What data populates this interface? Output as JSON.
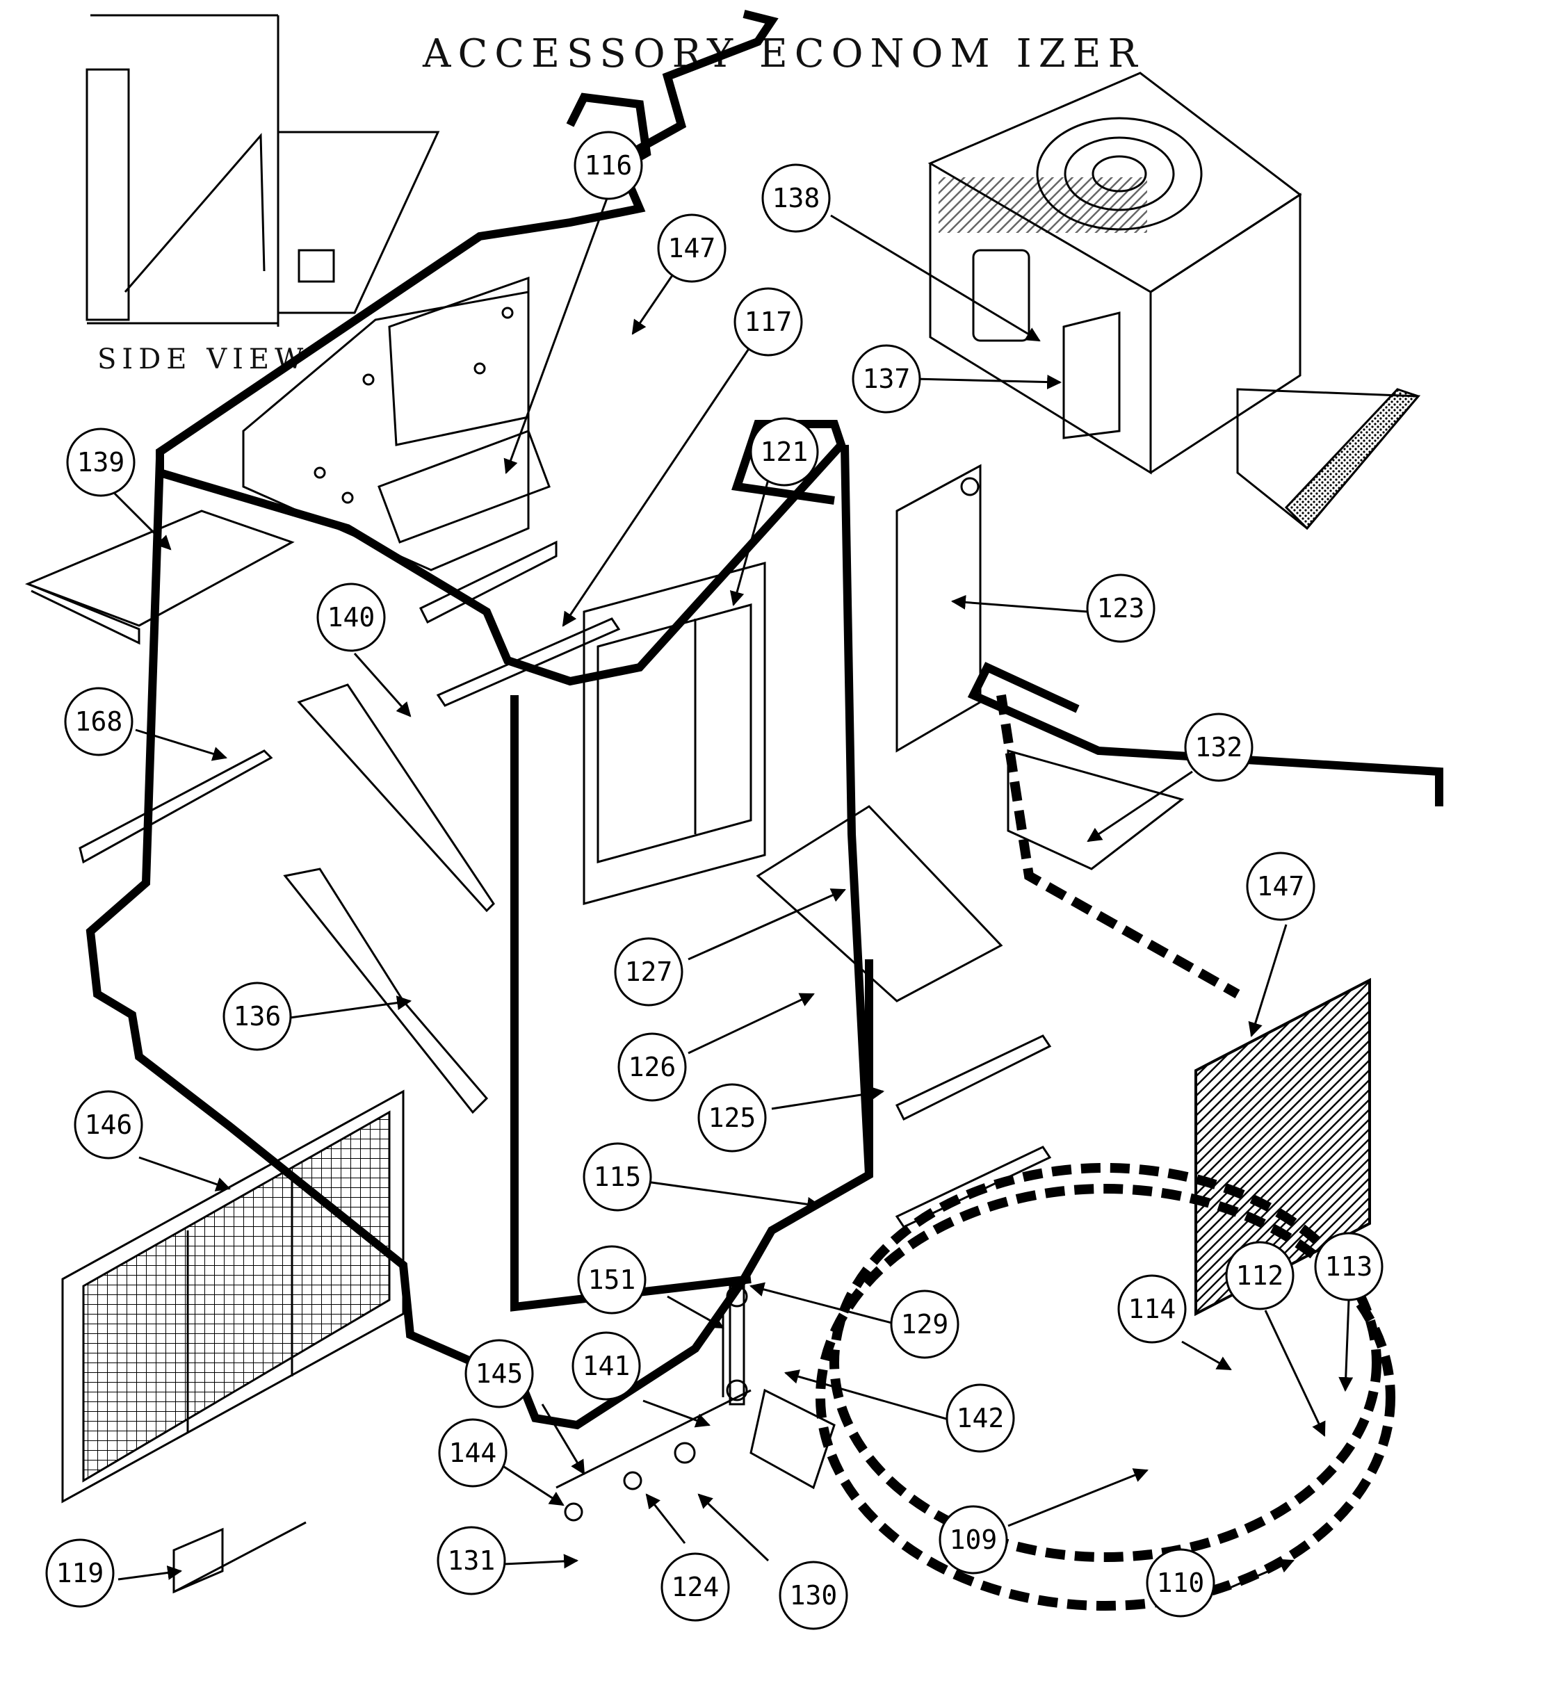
{
  "title": "ACCESSORY ECONOM IZER",
  "inset_label": "SIDE VIEW",
  "callouts": [
    {
      "id": "c116",
      "label": "116"
    },
    {
      "id": "c147a",
      "label": "147"
    },
    {
      "id": "c117",
      "label": "117"
    },
    {
      "id": "c138",
      "label": "138"
    },
    {
      "id": "c137",
      "label": "137"
    },
    {
      "id": "c139",
      "label": "139"
    },
    {
      "id": "c121",
      "label": "121"
    },
    {
      "id": "c123",
      "label": "123"
    },
    {
      "id": "c140",
      "label": "140"
    },
    {
      "id": "c168",
      "label": "168"
    },
    {
      "id": "c132",
      "label": "132"
    },
    {
      "id": "c147b",
      "label": "147"
    },
    {
      "id": "c127",
      "label": "127"
    },
    {
      "id": "c136",
      "label": "136"
    },
    {
      "id": "c126",
      "label": "126"
    },
    {
      "id": "c125",
      "label": "125"
    },
    {
      "id": "c146",
      "label": "146"
    },
    {
      "id": "c115",
      "label": "115"
    },
    {
      "id": "c151",
      "label": "151"
    },
    {
      "id": "c129",
      "label": "129"
    },
    {
      "id": "c114",
      "label": "114"
    },
    {
      "id": "c112",
      "label": "112"
    },
    {
      "id": "c113",
      "label": "113"
    },
    {
      "id": "c145",
      "label": "145"
    },
    {
      "id": "c141",
      "label": "141"
    },
    {
      "id": "c142",
      "label": "142"
    },
    {
      "id": "c144",
      "label": "144"
    },
    {
      "id": "c109",
      "label": "109"
    },
    {
      "id": "c131",
      "label": "131"
    },
    {
      "id": "c119",
      "label": "119"
    },
    {
      "id": "c124",
      "label": "124"
    },
    {
      "id": "c130",
      "label": "130"
    },
    {
      "id": "c110",
      "label": "110"
    }
  ]
}
